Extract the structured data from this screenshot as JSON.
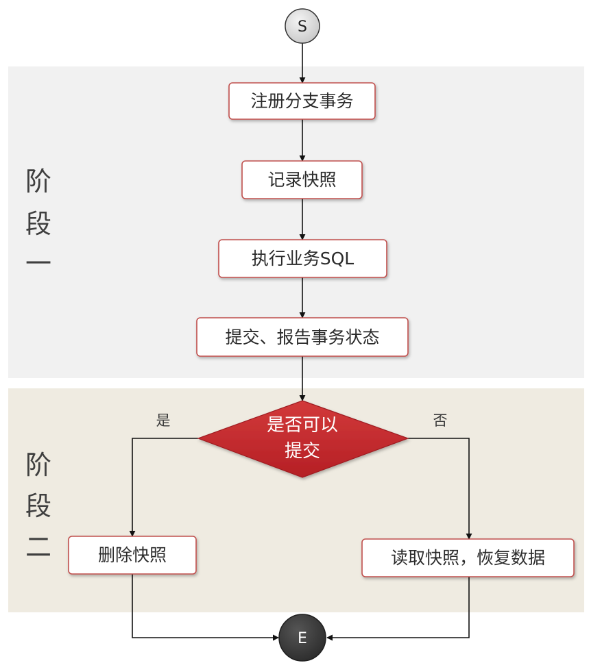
{
  "colors": {
    "phase1_bg": "#f1f1f1",
    "phase2_bg": "#efebe1",
    "box_border": "#c0504d",
    "diamond_fill": "#c1272d",
    "end_fill": "#3d3d3d",
    "start_fill": "#dcdcdc"
  },
  "diagram": {
    "start": "S",
    "end": "E",
    "phase1": {
      "label_chars": [
        "阶",
        "段",
        "一"
      ],
      "steps": [
        "注册分支事务",
        "记录快照",
        "执行业务SQL",
        "提交、报告事务状态"
      ]
    },
    "phase2": {
      "label_chars": [
        "阶",
        "段",
        "二"
      ],
      "decision_lines": [
        "是否可以",
        "提交"
      ],
      "yes_label": "是",
      "no_label": "否",
      "yes_action": "删除快照",
      "no_action": "读取快照，恢复数据"
    }
  }
}
